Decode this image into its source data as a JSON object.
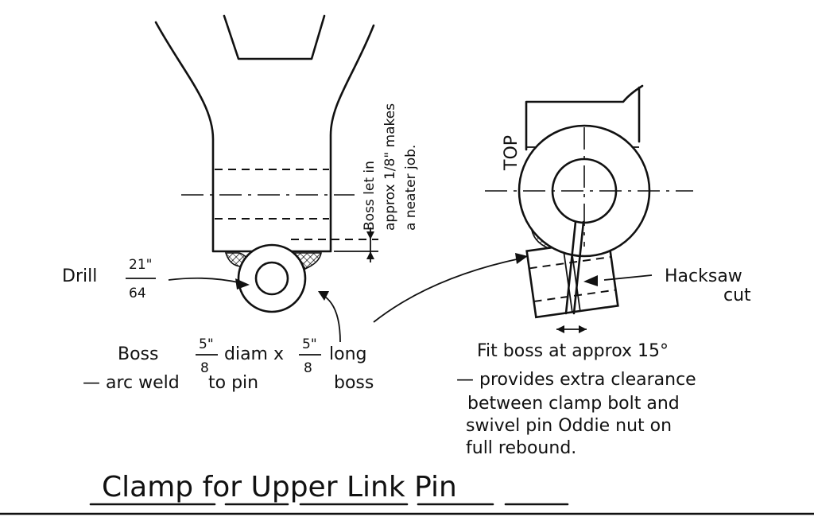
{
  "title": "Clamp for Upper Link Pin",
  "labels": {
    "drill_word": "Drill",
    "drill_num": "21\"",
    "drill_den": "64",
    "boss_note_line1": "Boss let in",
    "boss_note_line2": "approx 1/8\" makes",
    "boss_note_line3": "a neater job.",
    "top": "TOP",
    "hacksaw_line1": "Hacksaw",
    "hacksaw_line2": "cut",
    "boss_desc_word": "Boss",
    "boss_frac1_num": "5\"",
    "boss_frac1_den": "8",
    "boss_diam": "diam x",
    "boss_frac2_num": "5\"",
    "boss_frac2_den": "8",
    "boss_long": "long",
    "arc_weld": "— arc weld",
    "to_pin": "to pin",
    "boss_word2": "boss",
    "fit_line1": "Fit boss at approx 15°",
    "fit_line2": "— provides extra clearance",
    "fit_line3": "between clamp bolt and",
    "fit_line4": "swivel pin Oddie nut on",
    "fit_line5": "full rebound."
  }
}
